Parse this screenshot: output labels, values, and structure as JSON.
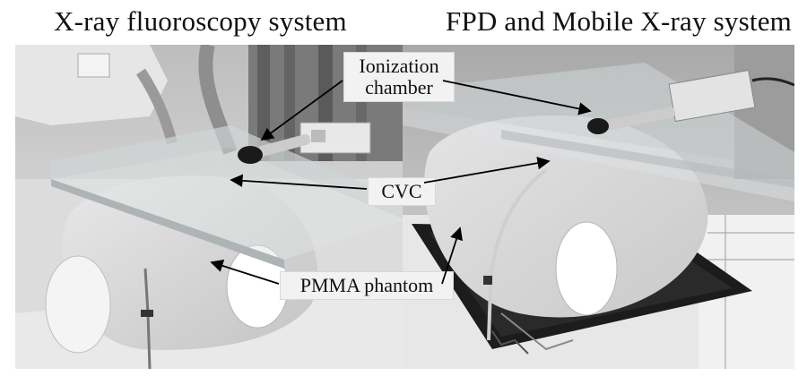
{
  "titles": {
    "left": "X-ray fluoroscopy system",
    "right": "FPD and Mobile X-ray system"
  },
  "labels": {
    "ionization_chamber_line1": "Ionization",
    "ionization_chamber_line2": "chamber",
    "cvc": "CVC",
    "pmma_phantom": "PMMA phantom"
  },
  "colors": {
    "label_bg": "#f2f2f2",
    "arrow": "#000000"
  }
}
